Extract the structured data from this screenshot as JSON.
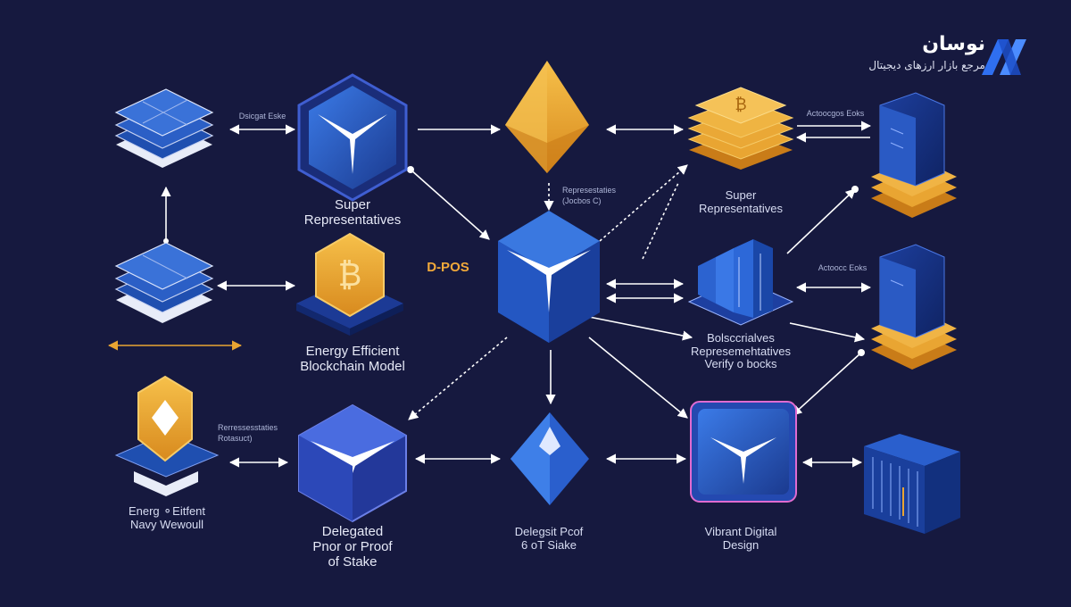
{
  "brand": {
    "name": "نوسان",
    "tagline": "مرجع بازار ارزهای دیجیتال",
    "logo": "nosan-logo-icon"
  },
  "colors": {
    "background": "#16193f",
    "blue_cube": "#2352b8",
    "gold": "#e9a532",
    "arrow": "#ffffff"
  },
  "labels": {
    "super_reps_left": "Super\nRepresentatives",
    "super_reps_right": "Super\nRepresentatives",
    "dpos": "D-POS",
    "energy_model": "Energy Efficient\nBlockchain Model",
    "delegated": "Delegated\nPnor or Proof\nof Stake",
    "delegate_proof": "Delegsit Pcof\n6 oT Siake",
    "vibrant": "Vibrant Digital\nDesign",
    "verify_blocks": "Bolsccrialves\nRepresemehtatives\nVerify o bocks",
    "energy_network": "Energ ⚬Eitfent\nNavy Wewoull",
    "small_delegat": "Dsicgat Eske",
    "small_reps": "Represestaties\n(Jocbos C)",
    "small_reps2": "Rerressesstaties\nRotasuct)",
    "small_advocate": "Actoocgos Eoks",
    "small_advocate2": "Actoocc Eoks"
  }
}
